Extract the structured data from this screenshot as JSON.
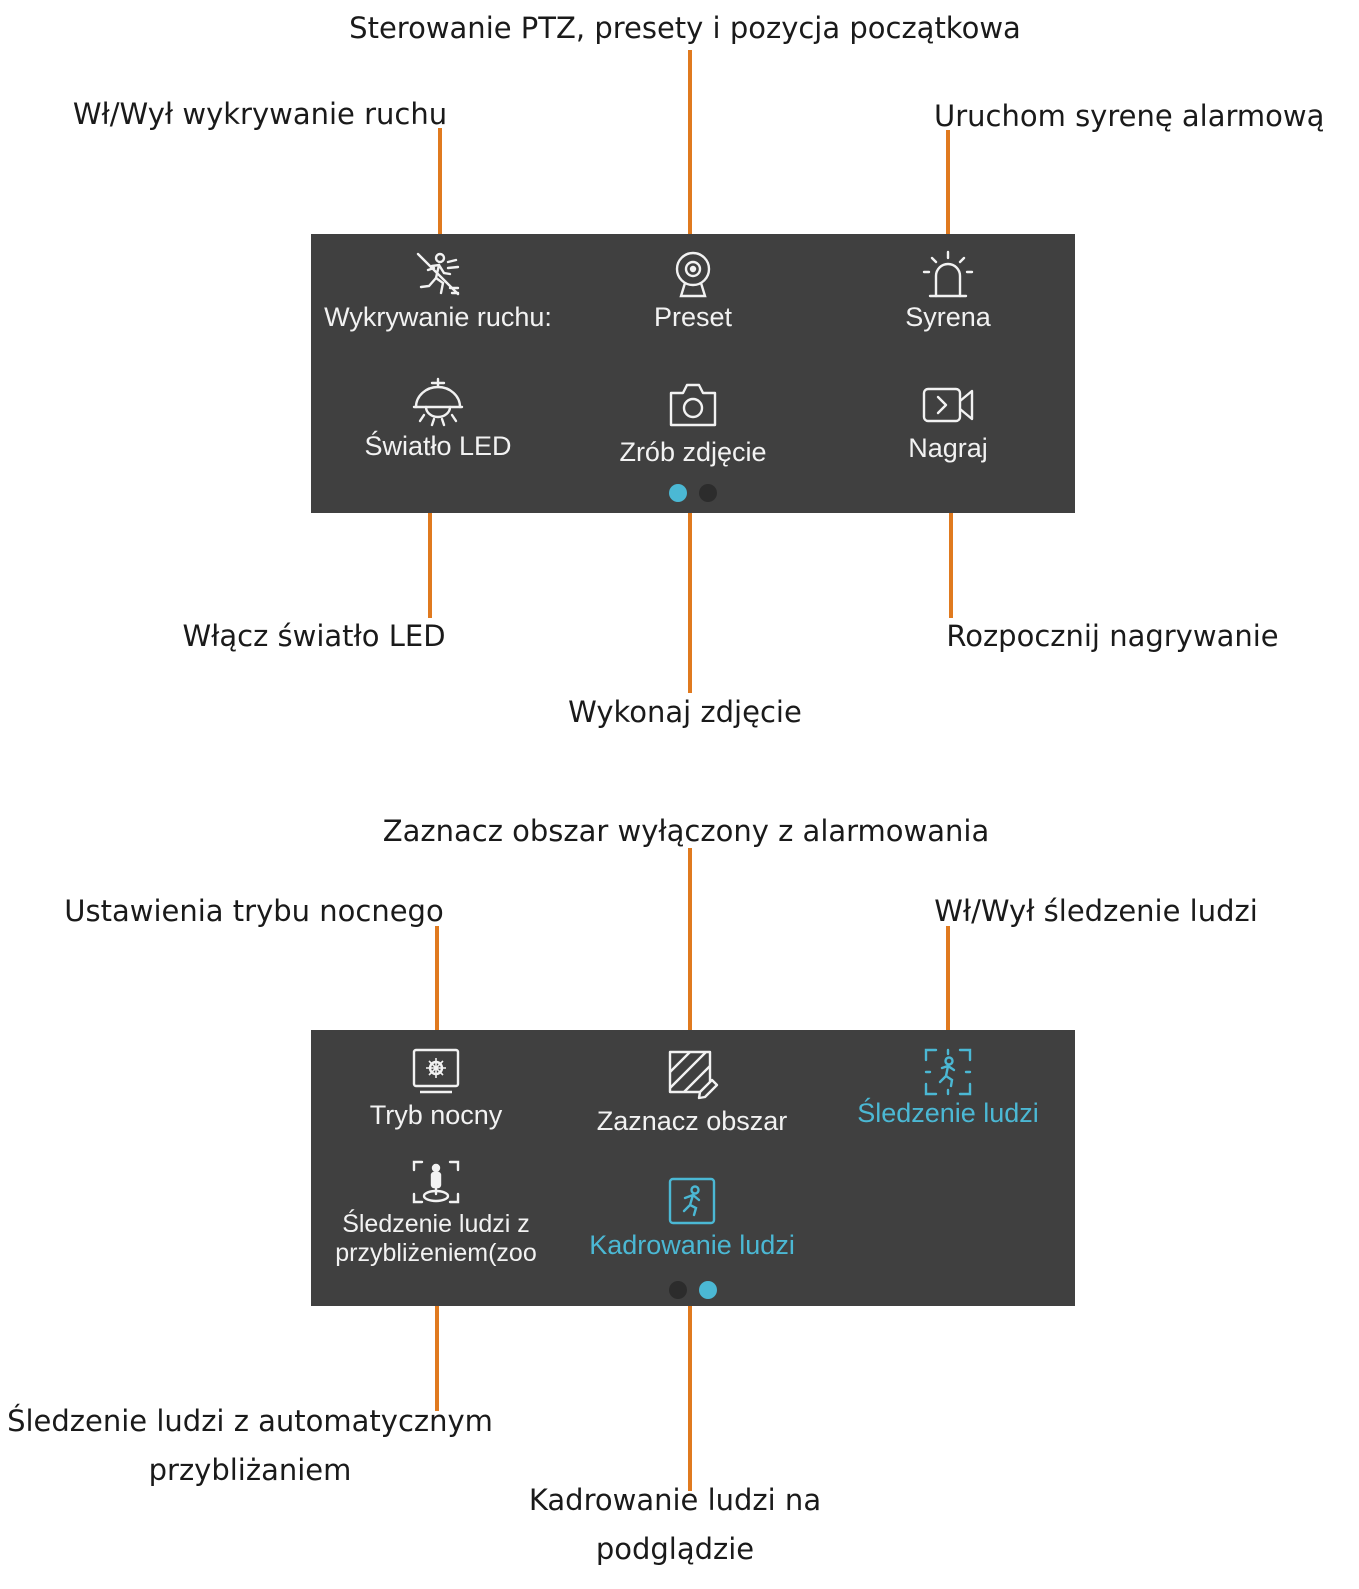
{
  "colors": {
    "connector": "#e07a1f",
    "panel": "#404040",
    "active": "#4bb8d4",
    "inactive_dot": "#2c2c2c"
  },
  "top_panel": {
    "tiles": [
      {
        "label": "Wykrywanie ruchu:",
        "icon": "motion-detection-icon"
      },
      {
        "label": "Preset",
        "icon": "ptz-camera-icon"
      },
      {
        "label": "Syrena",
        "icon": "siren-icon"
      },
      {
        "label": "Światło LED",
        "icon": "ceiling-light-icon"
      },
      {
        "label": "Zrób zdjęcie",
        "icon": "camera-icon"
      },
      {
        "label": "Nagraj",
        "icon": "video-record-icon"
      }
    ],
    "page": 1,
    "pages": 2
  },
  "bottom_panel": {
    "tiles": [
      {
        "label": "Tryb nocny",
        "icon": "night-mode-icon",
        "active": false
      },
      {
        "label": "Zaznacz obszar",
        "icon": "area-select-icon",
        "active": false
      },
      {
        "label": "Śledzenie ludzi",
        "icon": "human-tracking-icon",
        "active": true
      },
      {
        "label_line1": "Śledzenie ludzi z",
        "label_line2": "przybliżeniem(zoo",
        "icon": "human-tracking-zoom-icon",
        "active": false
      },
      {
        "label": "Kadrowanie ludzi",
        "icon": "human-framing-icon",
        "active": true
      }
    ],
    "page": 2,
    "pages": 2
  },
  "annotations": {
    "ptz": "Sterowanie PTZ, presety i pozycja początkowa",
    "motion": "Wł/Wył wykrywanie ruchu",
    "siren": "Uruchom syrenę alarmową",
    "led": "Włącz światło LED",
    "record": "Rozpocznij nagrywanie",
    "photo": "Wykonaj zdjęcie",
    "exclude_area": "Zaznacz obszar wyłączony z alarmowania",
    "night": "Ustawienia trybu nocnego",
    "tracking": "Wł/Wył śledzenie ludzi",
    "zoom_tracking_line1": "Śledzenie ludzi z automatycznym",
    "zoom_tracking_line2": "przybliżaniem",
    "framing_line1": "Kadrowanie ludzi na",
    "framing_line2": "podglądzie"
  }
}
